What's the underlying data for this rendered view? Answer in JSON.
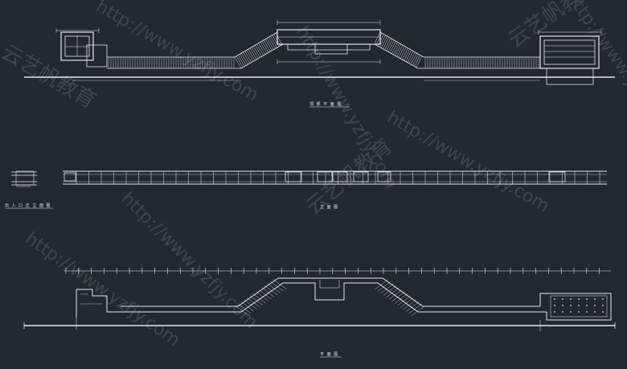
{
  "drawing": {
    "background": "#212830",
    "line_color": "#e6e6e6",
    "labels": {
      "roof_plan": "顶 部 平 面 图",
      "elevation": "立 面 图",
      "entrance_elevation": "出 入 口 正 立 面 图",
      "floor_plan": "平 面 图"
    }
  },
  "watermark": {
    "url_text": "http://www.yzfjy.com",
    "brand_text": "云艺帆教育",
    "color": "#ffffff",
    "opacity": 0.14
  }
}
